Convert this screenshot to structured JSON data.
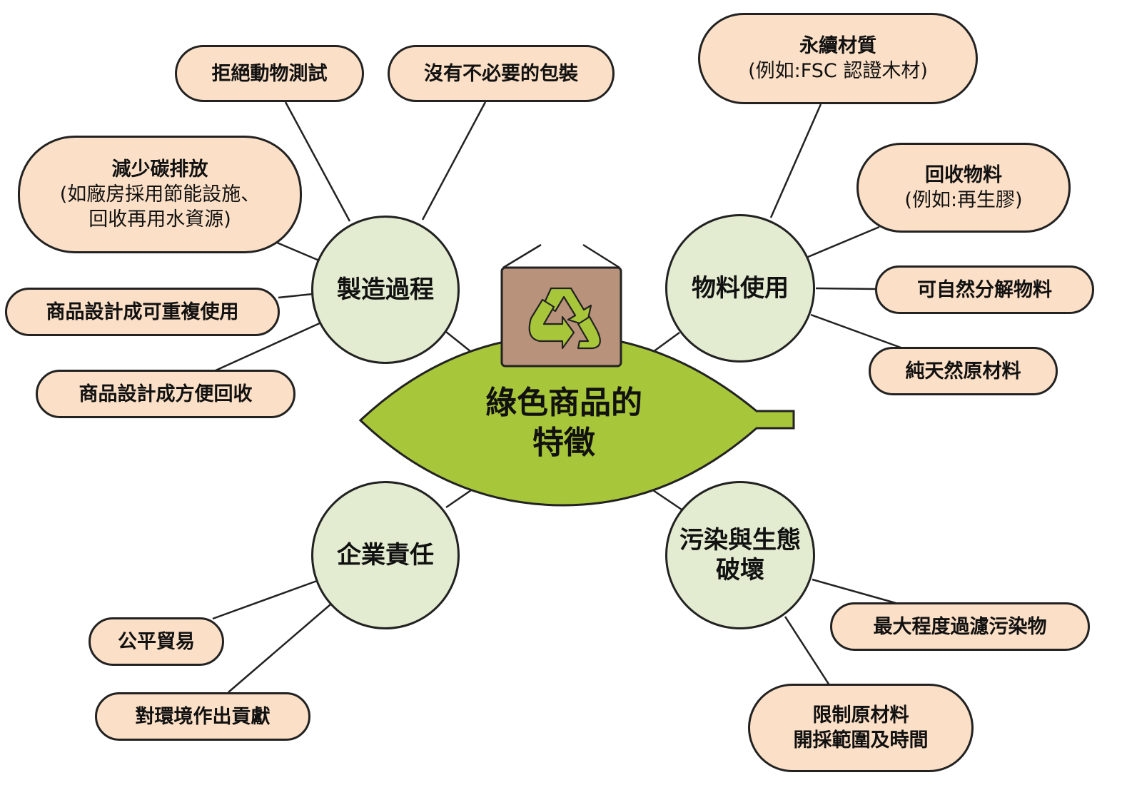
{
  "center": {
    "title_line1": "綠色商品的",
    "title_line2": "特徵"
  },
  "icons": {
    "center_icon": "recycle-box-icon"
  },
  "colors": {
    "leaf": "#a8c63a",
    "hub_fill": "#e3ecd0",
    "pill_fill": "#fbdfc6",
    "box": "#b8927a",
    "recycle": "#a8c63a"
  },
  "hubs": {
    "manufacturing": "製造過程",
    "materials": "物料使用",
    "responsibility": "企業責任",
    "pollution_line1": "污染與生態",
    "pollution_line2": "破壞"
  },
  "manufacturing_items": {
    "no_animal_testing": "拒絕動物測試",
    "no_packaging": "沒有不必要的包裝",
    "reduce_carbon_title": "減少碳排放",
    "reduce_carbon_sub1": "(如廠房採用節能設施、",
    "reduce_carbon_sub2": "回收再用水資源)",
    "reusable_design": "商品設計成可重複使用",
    "recyclable_design": "商品設計成方便回收"
  },
  "materials_items": {
    "sustainable_title": "永續材質",
    "sustainable_sub": "(例如:FSC 認證木材)",
    "recycled_title": "回收物料",
    "recycled_sub": "(例如:再生膠)",
    "biodegradable": "可自然分解物料",
    "natural": "純天然原材料"
  },
  "responsibility_items": {
    "fair_trade": "公平貿易",
    "environment": "對環境作出貢獻"
  },
  "pollution_items": {
    "filter": "最大程度過濾污染物",
    "limit_line1": "限制原材料",
    "limit_line2": "開採範圍及時間"
  }
}
